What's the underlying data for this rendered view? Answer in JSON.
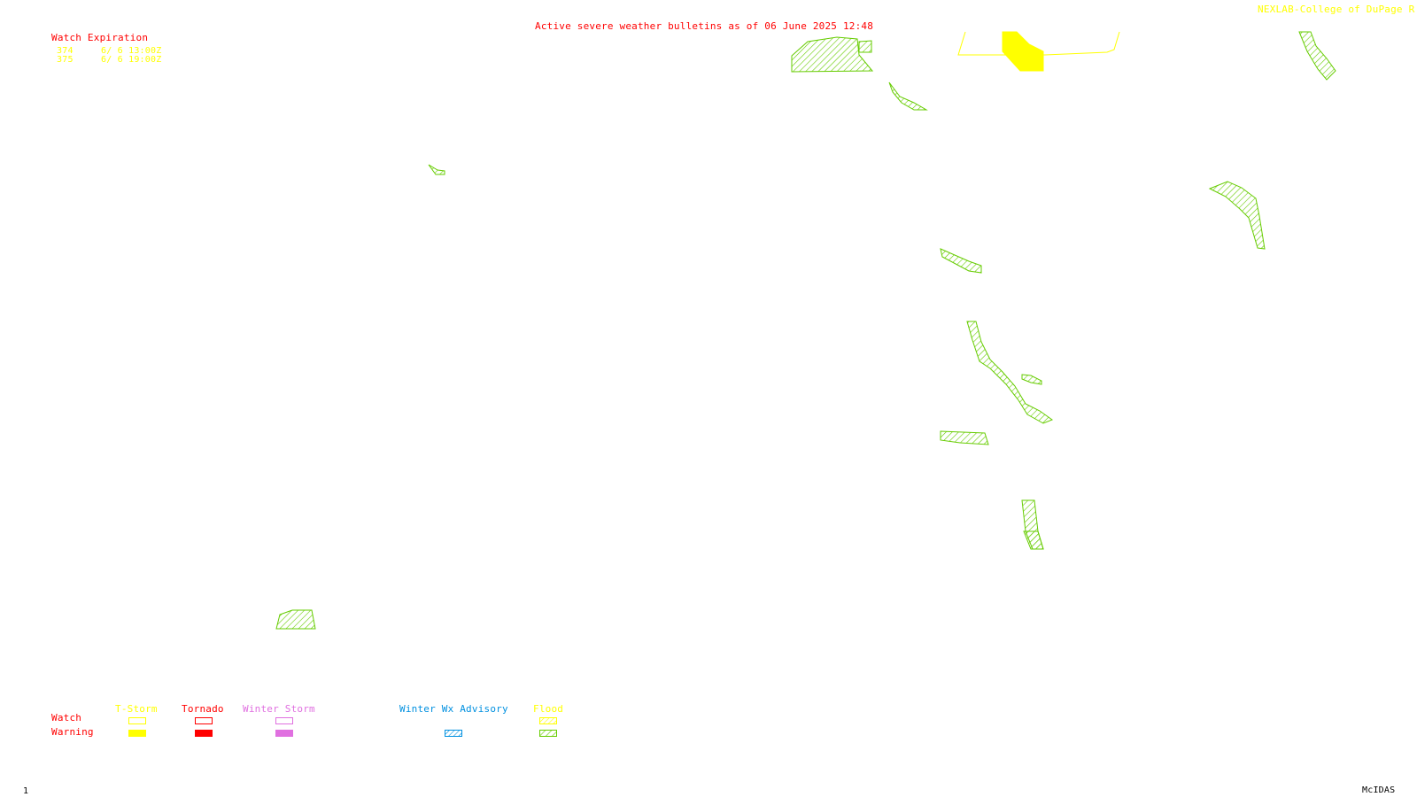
{
  "header": {
    "title": "Active severe weather bulletins as of 06 June 2025 12:48",
    "credit": "NEXLAB-College of DuPage R"
  },
  "watch_expiration": {
    "heading": "Watch Expiration",
    "rows": [
      {
        "number": "374",
        "expires": "6/ 6 13:00Z"
      },
      {
        "number": "375",
        "expires": "6/ 6 19:00Z"
      }
    ]
  },
  "legend": {
    "row_labels": {
      "watch": "Watch",
      "warning": "Warning"
    },
    "columns": [
      {
        "label": "T-Storm",
        "color": "#ffff00"
      },
      {
        "label": "Tornado",
        "color": "#ff0000"
      },
      {
        "label": "Winter Storm",
        "color": "#e070e0"
      },
      {
        "label": "Winter Wx Advisory",
        "color": "#0090e0"
      },
      {
        "label": "Flood",
        "color": "#ffff00",
        "warning_color": "#66cc00"
      }
    ]
  },
  "footer": {
    "frame_number": "1",
    "software": "McIDAS"
  },
  "colors": {
    "flood_warning": "#66cc00",
    "tstorm_warning": "#ffff00",
    "tstorm_watch_outline": "#ffff00",
    "text_red": "#ff0000"
  }
}
